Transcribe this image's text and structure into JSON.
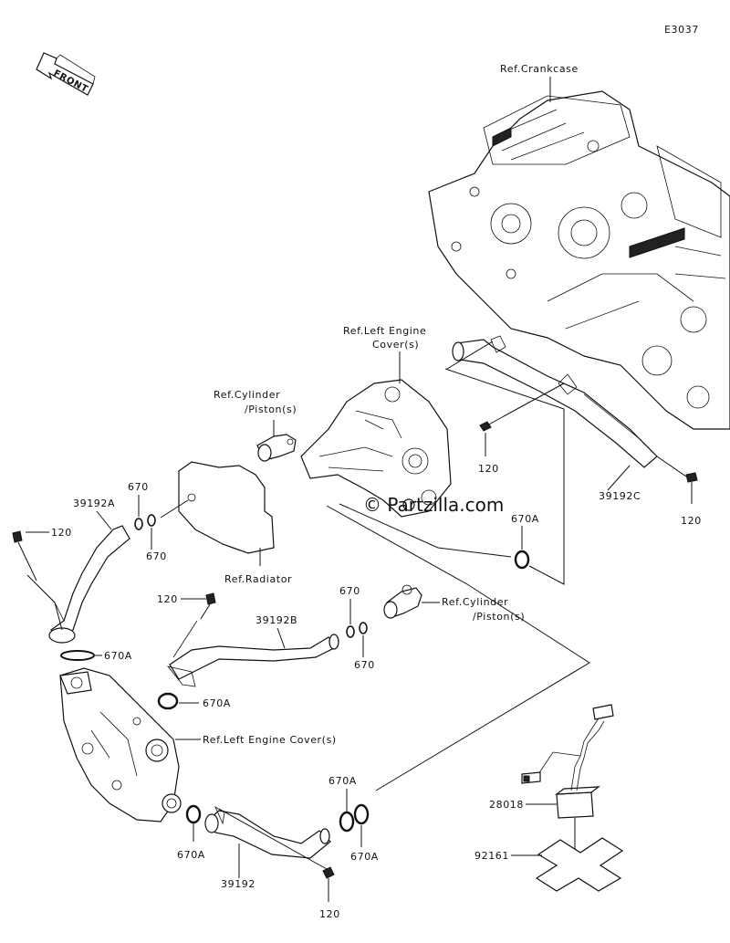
{
  "diagram_code": "E3037",
  "front_label": "FRONT",
  "watermark": "© Partzilla.com",
  "refs": {
    "crankcase": "Ref.Crankcase",
    "left_engine_cover_1": "Ref.Left Engine",
    "left_engine_cover_2": "Cover(s)",
    "cylinder_a_1": "Ref.Cylinder",
    "cylinder_a_2": "/Piston(s)",
    "radiator": "Ref.Radiator",
    "cylinder_b_1": "Ref.Cylinder",
    "cylinder_b_2": "/Piston(s)",
    "left_engine_cover_b": "Ref.Left Engine Cover(s)"
  },
  "parts": {
    "p120": "120",
    "p670": "670",
    "p670A": "670A",
    "p39192": "39192",
    "p39192A": "39192A",
    "p39192B": "39192B",
    "p39192C": "39192C",
    "p28018": "28018",
    "p92161": "92161"
  }
}
